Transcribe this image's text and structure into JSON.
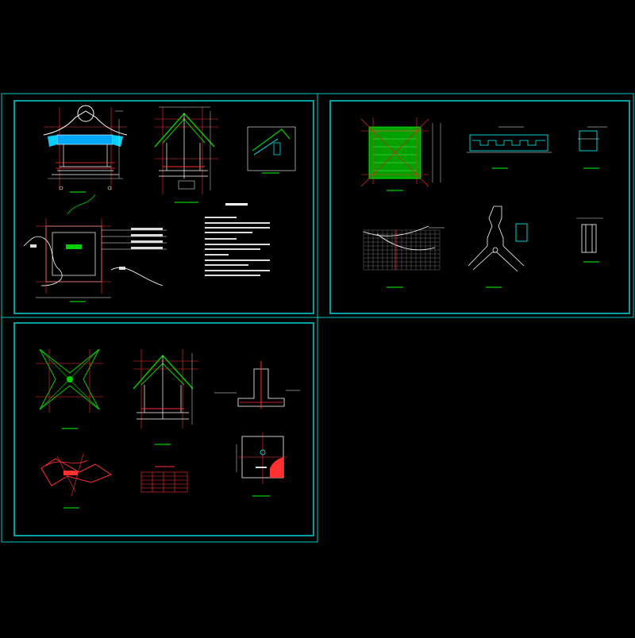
{
  "drawing": {
    "colors": {
      "background": "#000000",
      "frame": "#00c8c8",
      "line": "#ffffff",
      "axis": "#ff2020",
      "roof": "#00c000",
      "detail": "#00ffff",
      "dim": "#d8d8d8"
    },
    "sheets": [
      {
        "id": "sheet-1",
        "views": [
          "pavilion-front-elevation",
          "pavilion-section",
          "eave-detail",
          "pavilion-site-plan",
          "design-notes"
        ]
      },
      {
        "id": "sheet-2",
        "views": [
          "roof-framing-plan",
          "railing-elevation",
          "railing-section",
          "roof-tile-grid",
          "roof-ridge-detail",
          "column-base-detail"
        ]
      },
      {
        "id": "sheet-3",
        "views": [
          "roof-plan",
          "pavilion-section-b",
          "footing-section",
          "footing-plan",
          "corner-rafter-detail",
          "material-schedule"
        ]
      }
    ]
  }
}
